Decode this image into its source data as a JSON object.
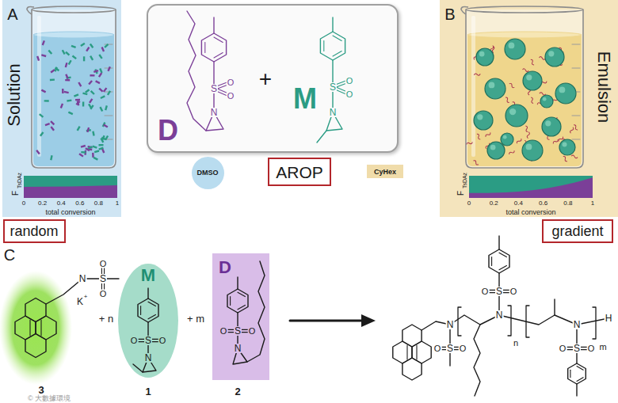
{
  "diagram": {
    "nodes": [
      {
        "text": [
          "A",
          "Solution"
        ]
      },
      {
        "text": [
          "random"
        ]
      },
      {
        "text": [
          "D",
          "+",
          "M"
        ]
      },
      {
        "text": [
          "DMSO"
        ]
      },
      {
        "text": [
          "AROP"
        ]
      },
      {
        "text": [
          "CyHex"
        ]
      },
      {
        "text": [
          "B",
          "Emulsion"
        ]
      },
      {
        "text": [
          "gradient"
        ]
      },
      {
        "text": [
          "M"
        ]
      },
      {
        "text": [
          "D"
        ]
      }
    ],
    "labels": [
      "F",
      "TsDAz",
      "0",
      "0.2",
      "0.4",
      "0.6",
      "0.8",
      "1",
      "total conversion",
      "F",
      "TsDAz",
      "0",
      "0.2",
      "0.4",
      "0.6",
      "0.8",
      "1",
      "total conversion",
      "S",
      "O",
      "O",
      "N",
      "S",
      "O",
      "O",
      "N",
      "C",
      "N",
      "S",
      "O",
      "O",
      "K",
      "+",
      "3",
      "+ n",
      "S",
      "O",
      "O",
      "N",
      "1",
      "+ m",
      "S",
      "O",
      "O",
      "N",
      "2",
      "N",
      "S",
      "O",
      "O",
      "N",
      "S",
      "O",
      "O",
      "n",
      "N",
      "S",
      "O",
      "O",
      "H",
      "m",
      "© 大數據環境"
    ]
  }
}
